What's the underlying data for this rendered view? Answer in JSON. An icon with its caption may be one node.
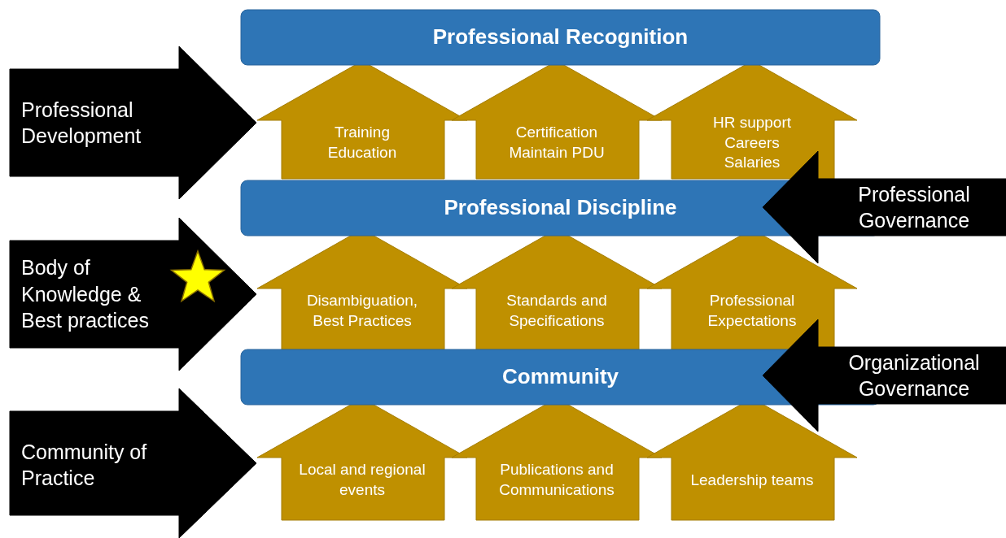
{
  "diagram": {
    "nodes": [
      {
        "text": [
          "Professional Recognition"
        ]
      },
      {
        "text": [
          "Professional Development"
        ]
      },
      {
        "text": [
          "Training",
          "Education"
        ]
      },
      {
        "text": [
          "Certification",
          "Maintain PDU"
        ]
      },
      {
        "text": [
          "HR support",
          "Careers",
          "Salaries"
        ]
      },
      {
        "text": [
          "Professional Discipline"
        ]
      },
      {
        "text": [
          "Professional Governance"
        ]
      },
      {
        "text": [
          "Body of Knowledge & Best practices"
        ]
      },
      {
        "text": [
          "Disambiguation, Best Practices"
        ]
      },
      {
        "text": [
          "Standards and Specifications"
        ]
      },
      {
        "text": [
          "Professional Expectations"
        ]
      },
      {
        "text": [
          "Community"
        ]
      },
      {
        "text": [
          "Organizational Governance"
        ]
      },
      {
        "text": [
          "Community of Practice"
        ]
      },
      {
        "text": [
          "Local and regional events"
        ]
      },
      {
        "text": [
          "Publications and Communications"
        ]
      },
      {
        "text": [
          "Leadership teams"
        ]
      }
    ]
  }
}
